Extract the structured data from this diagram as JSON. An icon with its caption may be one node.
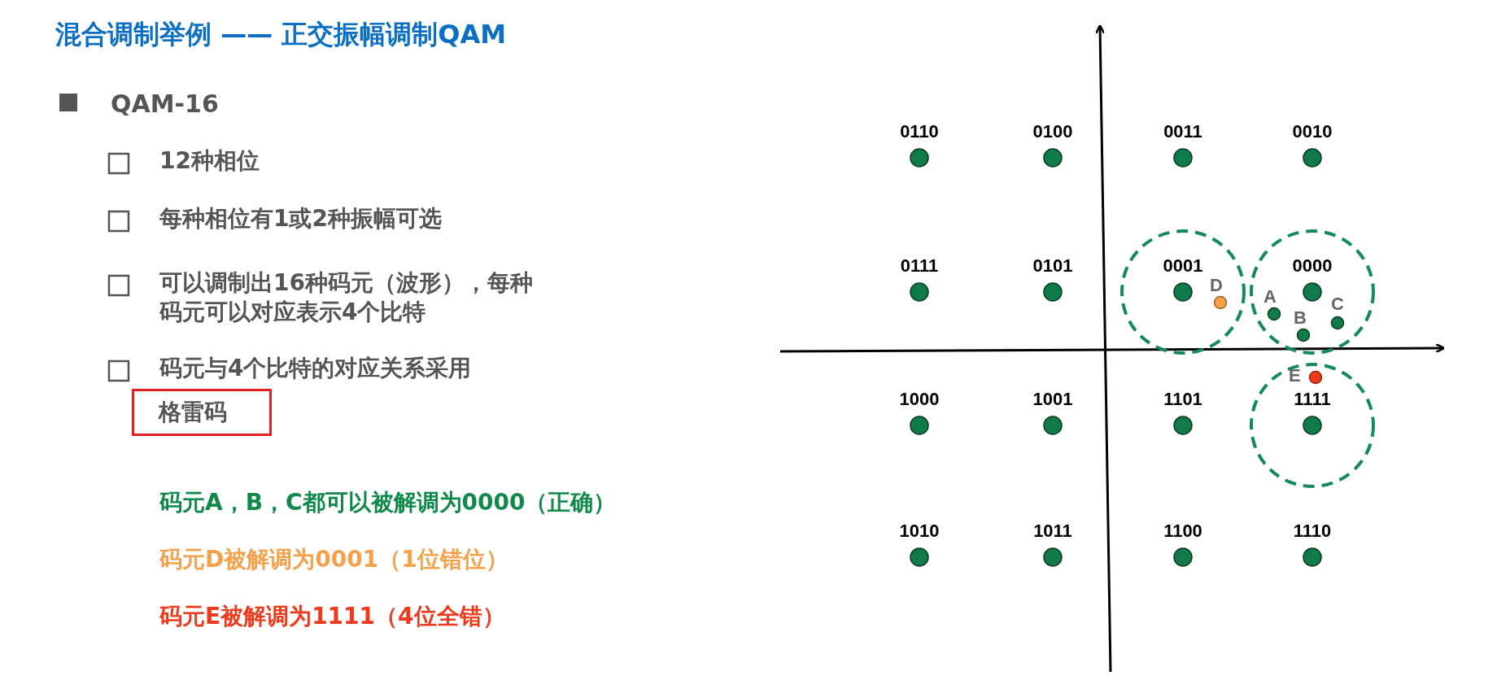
{
  "diagram": {
    "title": "混合调制举例 —— 正交振幅调制QAM",
    "nodes": [
      {
        "text": [
          "格雷码"
        ]
      }
    ],
    "labels": [
      "QAM-16",
      "12种相位",
      "每种相位有1或2种振幅可选",
      "可以调制出16种码元（波形），每种码元可以对应表示4个比特",
      "码元与4个比特的对应关系采用",
      "码元A，B，C都可以被解调为0000（正确）",
      "码元D被解调为0001（1位错位）",
      "码元E被解调为1111（4位全错）",
      "0110",
      "0100",
      "0011",
      "0010",
      "0111",
      "0101",
      "0001",
      "0000",
      "1000",
      "1001",
      "1101",
      "1111",
      "1010",
      "1011",
      "1100",
      "1110",
      "D",
      "A",
      "B",
      "C",
      "E"
    ]
  }
}
